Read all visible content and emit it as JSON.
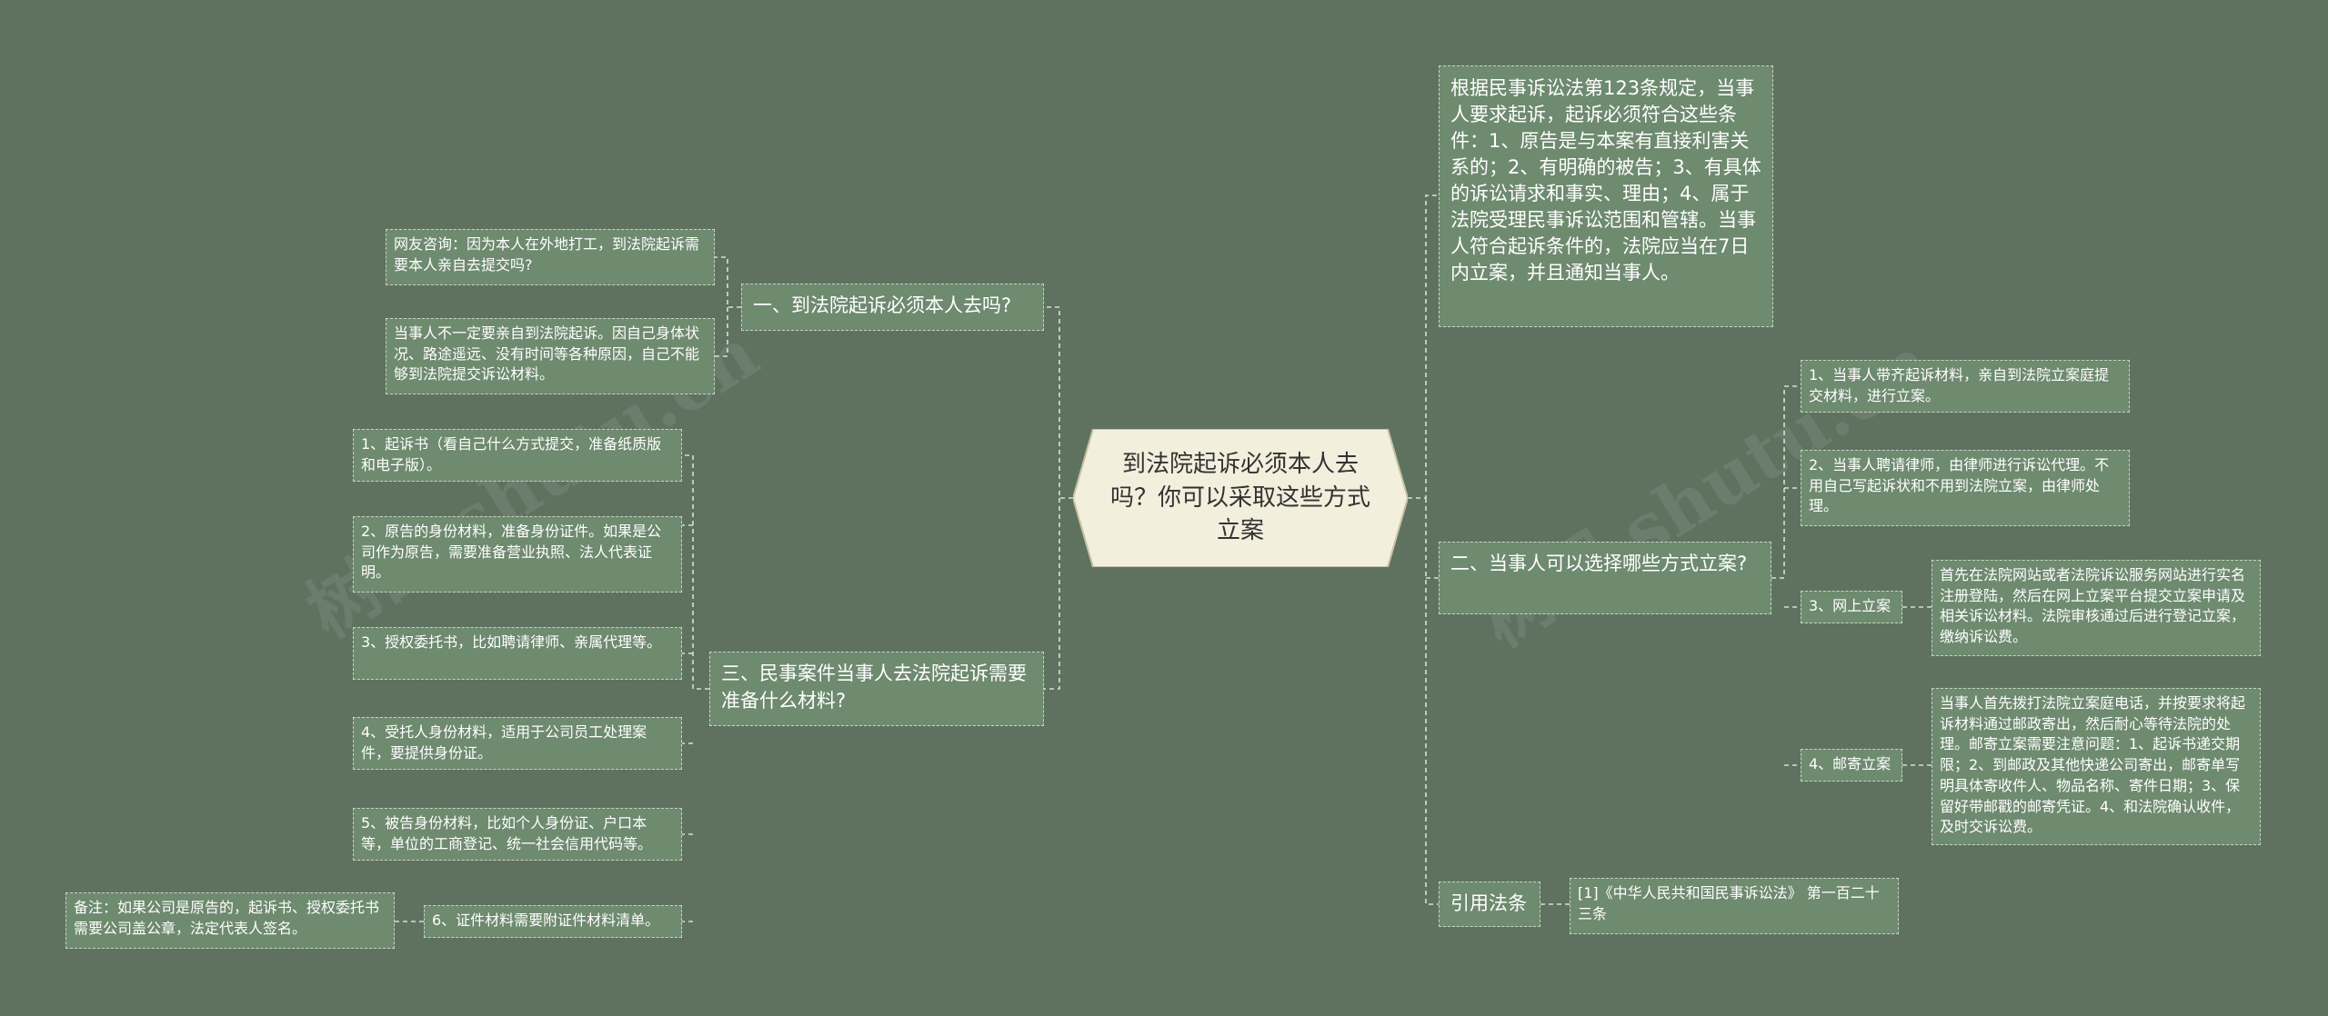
{
  "root": {
    "label": "到法院起诉必须本人去吗？你可以采取这些方式立案"
  },
  "watermarks": [
    "树图 shutu.cn",
    "树图 shutu.cn"
  ],
  "left": {
    "q1": {
      "label": "一、到法院起诉必须本人去吗?",
      "children": [
        "网友咨询：因为本人在外地打工，到法院起诉需要本人亲自去提交吗?",
        "当事人不一定要亲自到法院起诉。因自己身体状况、路途遥远、没有时间等各种原因，自己不能够到法院提交诉讼材料。"
      ]
    },
    "q3": {
      "label": "三、民事案件当事人去法院起诉需要准备什么材料?",
      "children": [
        "1、起诉书（看自己什么方式提交，准备纸质版和电子版）。",
        "2、原告的身份材料，准备身份证件。如果是公司作为原告，需要准备营业执照、法人代表证明。",
        "3、授权委托书，比如聘请律师、亲属代理等。",
        "4、受托人身份材料，适用于公司员工处理案件，要提供身份证。",
        "5、被告身份材料，比如个人身份证、户口本等，单位的工商登记、统一社会信用代码等。",
        "6、证件材料需要附证件材料清单。"
      ],
      "note": "备注：如果公司是原告的，起诉书、授权委托书需要公司盖公章，法定代表人签名。"
    }
  },
  "right": {
    "law_text": "根据民事诉讼法第123条规定，当事人要求起诉，起诉必须符合这些条件：1、原告是与本案有直接利害关系的；2、有明确的被告；3、有具体的诉讼请求和事实、理由；4、属于法院受理民事诉讼范围和管辖。当事人符合起诉条件的，法院应当在7日内立案，并且通知当事人。",
    "q2": {
      "label": "二、当事人可以选择哪些方式立案?",
      "children": [
        {
          "label": "1、当事人带齐起诉材料，亲自到法院立案庭提交材料，进行立案。"
        },
        {
          "label": "2、当事人聘请律师，由律师进行诉讼代理。不用自己写起诉状和不用到法院立案，由律师处理。"
        },
        {
          "label": "3、网上立案",
          "detail": "首先在法院网站或者法院诉讼服务网站进行实名注册登陆，然后在网上立案平台提交立案申请及相关诉讼材料。法院审核通过后进行登记立案，缴纳诉讼费。"
        },
        {
          "label": "4、邮寄立案",
          "detail": "当事人首先拨打法院立案庭电话，并按要求将起诉材料通过邮政寄出，然后耐心等待法院的处理。邮寄立案需要注意问题：1、起诉书递交期限；2、到邮政及其他快递公司寄出，邮寄单写明具体寄收件人、物品名称、寄件日期；3、保留好带邮戳的邮寄凭证。4、和法院确认收件，及时交诉讼费。"
        }
      ]
    },
    "ref": {
      "label": "引用法条",
      "child": "[1]《中华人民共和国民事诉讼法》 第一百二十三条"
    }
  },
  "colors": {
    "background": "#5f7260",
    "node_fill": "#6e8a6f",
    "node_border": "#c9d3c4",
    "root_fill": "#f3efdd",
    "link": "#d7dfd3"
  }
}
